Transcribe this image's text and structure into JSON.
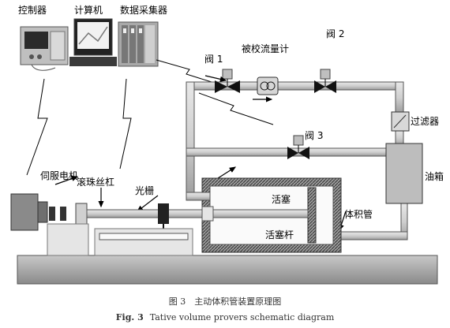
{
  "labels": {
    "controller": "控制器",
    "computer": "计算机",
    "daq": "数据采集器",
    "flowmeter": "被校流量计",
    "valve1": "阀 1",
    "valve2": "阀 2",
    "valve3": "阀 3",
    "filter": "过滤器",
    "tank": "油箱",
    "servo_motor": "伺服电机",
    "ball_screw": "滚珠丝杠",
    "grating": "光栅",
    "piston": "活塞",
    "piston_rod": "活塞杆",
    "volume_tube": "体积管"
  },
  "caption": {
    "cn": "图 3　主动体积管装置原理图",
    "en_prefix": "Fig. 3",
    "en_text": "Tative volume provers schematic diagram"
  }
}
